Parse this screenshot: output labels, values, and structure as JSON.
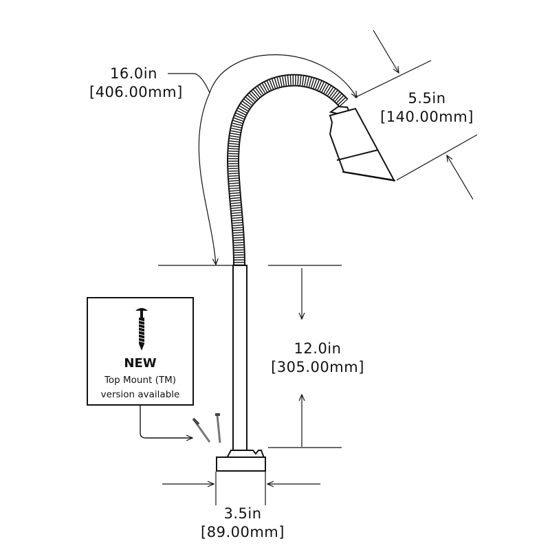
{
  "dimensions": {
    "arm_length": {
      "imperial": "16.0in",
      "metric": "[406.00mm]"
    },
    "head_length": {
      "imperial": "5.5in",
      "metric": "[140.00mm]"
    },
    "stem_height": {
      "imperial": "12.0in",
      "metric": "[305.00mm]"
    },
    "base_width": {
      "imperial": "3.5in",
      "metric": "[89.00mm]"
    }
  },
  "callout": {
    "title": "NEW",
    "line1": "Top Mount (TM)",
    "line2": "version available"
  },
  "icons": [
    "screw-icon",
    "screws-icon"
  ]
}
